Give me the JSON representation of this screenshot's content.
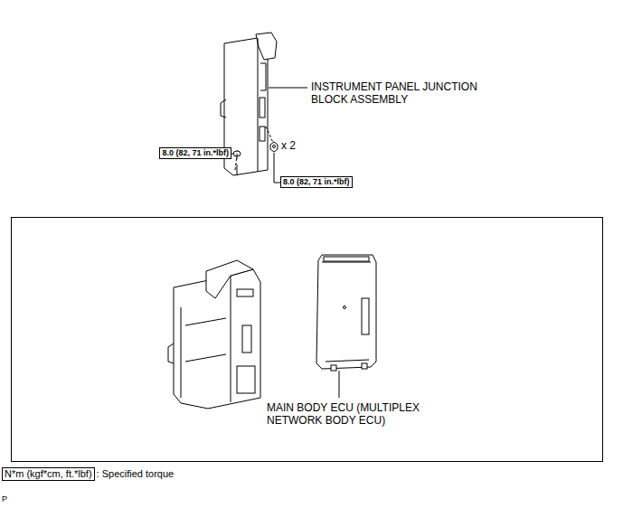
{
  "diagram": {
    "nodes": [
      {
        "text": [
          "8.0 (82, 71 in.*lbf)"
        ]
      },
      {
        "text": [
          "8.0 (82, 71 in.*lbf)"
        ]
      },
      {
        "text": [
          "MAIN BODY ECU (MULTIPLEX NETWORK BODY ECU)"
        ]
      },
      {
        "text": [
          "N*m (kgf*cm, ft.*lbf)"
        ]
      }
    ],
    "labels": [
      "INSTRUMENT PANEL JUNCTION BLOCK ASSEMBLY",
      "x 2",
      ": Specified torque",
      "P"
    ]
  }
}
